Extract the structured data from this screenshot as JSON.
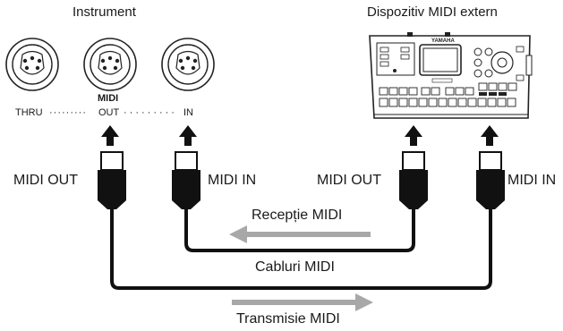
{
  "instrument": {
    "title": "Instrument",
    "midi_label": "MIDI",
    "ports": {
      "thru": "THRU",
      "out": "OUT",
      "in": "IN"
    },
    "dotted": "·········"
  },
  "external_device": {
    "title": "Dispozitiv MIDI extern",
    "brand": "YAMAHA"
  },
  "cables": {
    "instrument_out_label": "MIDI OUT",
    "instrument_in_label": "MIDI IN",
    "device_out_label": "MIDI OUT",
    "device_in_label": "MIDI IN",
    "cables_caption": "Cabluri MIDI"
  },
  "flows": {
    "receive": "Recepție MIDI",
    "transmit": "Transmisie MIDI"
  },
  "colors": {
    "cable": "#111111",
    "arrow": "#a8a8a8",
    "line": "#222222"
  }
}
